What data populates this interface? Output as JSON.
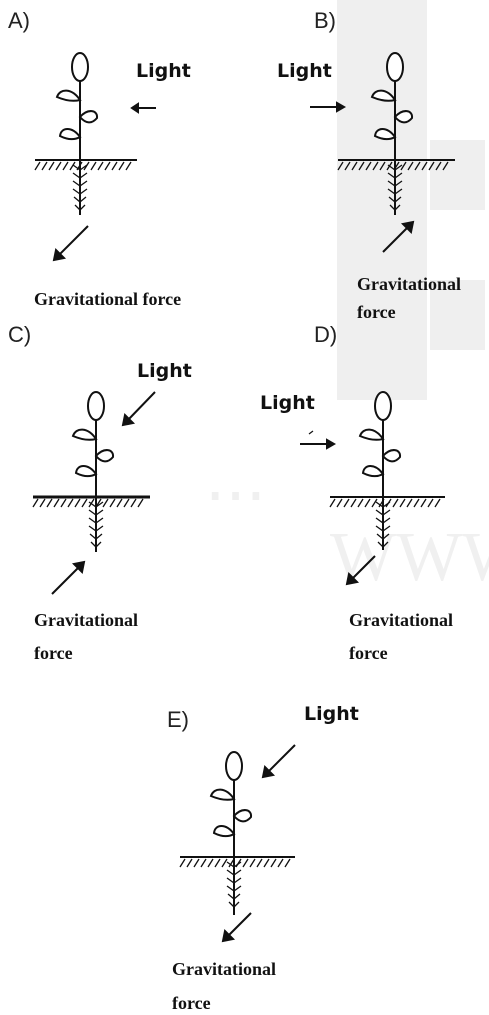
{
  "options": [
    {
      "id": "A",
      "label": "A)",
      "light": "Light",
      "gravity": "Gravitational force"
    },
    {
      "id": "B",
      "label": "B)",
      "light": "Light",
      "gravity_line1": "Gravitational",
      "gravity_line2": "force"
    },
    {
      "id": "C",
      "label": "C)",
      "light": "Light",
      "gravity_line1": "Gravitational",
      "gravity_line2": "force"
    },
    {
      "id": "D",
      "label": "D)",
      "light": "Light",
      "gravity_line1": "Gravitational",
      "gravity_line2": "force"
    },
    {
      "id": "E",
      "label": "E)",
      "light": "Light",
      "gravity_line1": "Gravitational",
      "gravity_line2": "force"
    }
  ],
  "colors": {
    "ink": "#111111",
    "watermark": "#eeeeee"
  }
}
